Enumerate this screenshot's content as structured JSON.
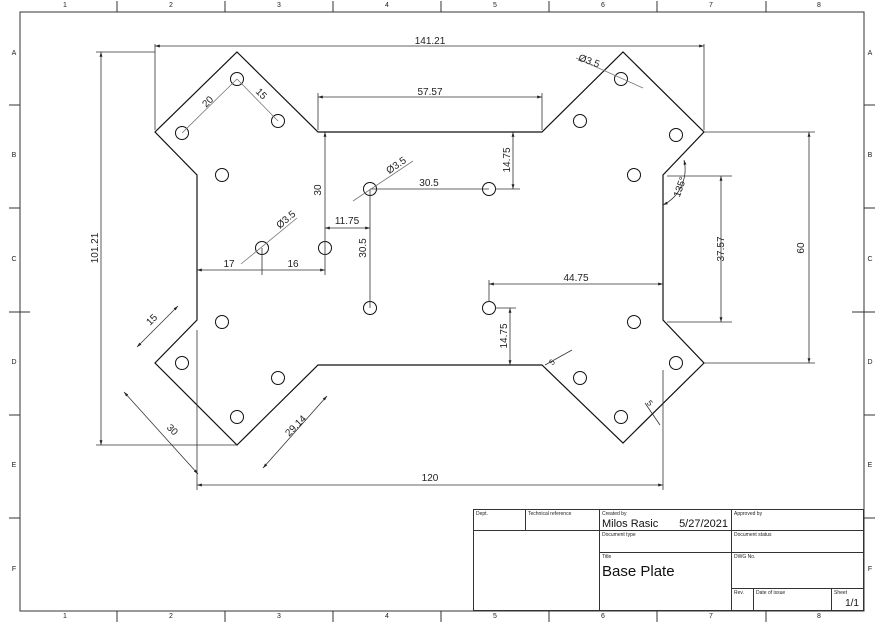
{
  "frame": {
    "columns": [
      "1",
      "2",
      "3",
      "4",
      "5",
      "6",
      "7",
      "8"
    ],
    "rows": [
      "A",
      "B",
      "C",
      "D",
      "E",
      "F"
    ]
  },
  "title_block": {
    "dept_label": "Dept.",
    "technical_reference_label": "Technical reference",
    "created_by_label": "Created by",
    "created_by_value": "Milos Rasic",
    "created_date": "5/27/2021",
    "approved_by_label": "Approved by",
    "document_type_label": "Document type",
    "document_status_label": "Document status",
    "title_label": "Title",
    "title_value": "Base Plate",
    "dwg_no_label": "DWG No.",
    "rev_label": "Rev.",
    "date_of_issue_label": "Date of issue",
    "sheet_label": "Sheet",
    "sheet_value": "1/1"
  },
  "dimensions": {
    "overall_width": "141.21",
    "overall_height": "101.21",
    "top_slot_width": "57.57",
    "corner_hole_spacing_a": "20",
    "corner_hole_spacing_b": "15",
    "hole_dia_top_right": "Ø3.5",
    "hole_dia_center": "Ø3.5",
    "hole_dia_left": "Ø3.5",
    "center_hole_spacing_h": "30.5",
    "center_hole_spacing_v": "30.5",
    "top_offset_right": "14.75",
    "left_vertical": "30",
    "offset_11_75": "11.75",
    "left_17": "17",
    "left_16": "16",
    "right_44_75": "44.75",
    "bottom_offset_right": "14.75",
    "angle": "135°",
    "right_notch_height": "37.57",
    "right_height": "60",
    "bottom_left_15": "15",
    "bottom_left_30": "30",
    "bottom_left_29_14": "29.14",
    "bottom_width": "120",
    "edge_5_a": "5",
    "edge_5_b": "5"
  }
}
